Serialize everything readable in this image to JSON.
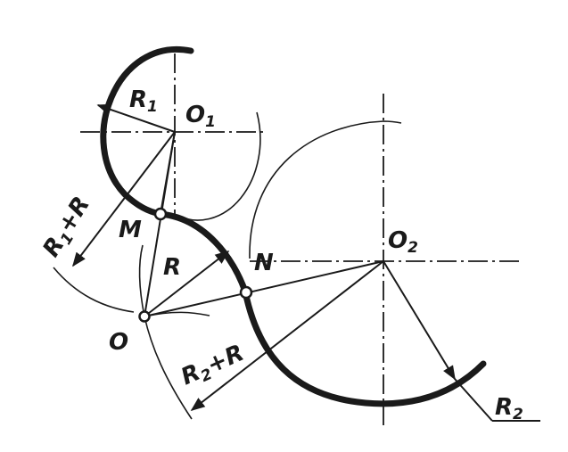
{
  "labels": {
    "o1": "O",
    "o1_sub": "1",
    "o2": "O",
    "o2_sub": "2",
    "o": "O",
    "m": "M",
    "n": "N",
    "r": "R",
    "r1": "R",
    "r1_sub": "1",
    "r2": "R",
    "r2_sub": "2",
    "r1_plus_r_a": "R",
    "r1_plus_r_sub": "1",
    "r1_plus_r_b": "+R",
    "r2_plus_r_a": "R",
    "r2_plus_r_sub": "2",
    "r2_plus_r_b": "+R"
  }
}
